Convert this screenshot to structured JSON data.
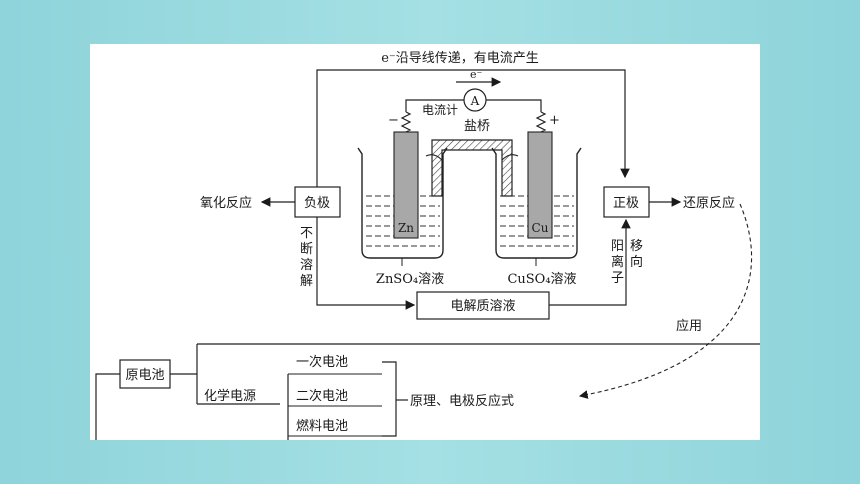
{
  "top_label": "e⁻沿导线传递，有电流产生",
  "electron_label": "e⁻",
  "ammeter_symbol": "A",
  "ammeter_label": "电流计",
  "salt_bridge_label": "盐桥",
  "minus_sign": "−",
  "plus_sign": "+",
  "zn_electrode": "Zn",
  "cu_electrode": "Cu",
  "zn_solution": "ZnSO₄溶液",
  "cu_solution": "CuSO₄溶液",
  "negative_box": "负极",
  "positive_box": "正极",
  "oxidation": "氧化反应",
  "reduction": "还原反应",
  "dissolve": [
    "不",
    "断",
    "溶",
    "解"
  ],
  "cation_label": [
    "阳",
    "离",
    "子"
  ],
  "migrate_label": [
    "移",
    "向"
  ],
  "electrolyte_box": "电解质溶液",
  "application": "应用",
  "primary_cell": "原电池",
  "chemical_source": "化学电源",
  "cell_types": [
    "一次电池",
    "二次电池",
    "燃料电池"
  ],
  "principle": "原理、电极反应式"
}
